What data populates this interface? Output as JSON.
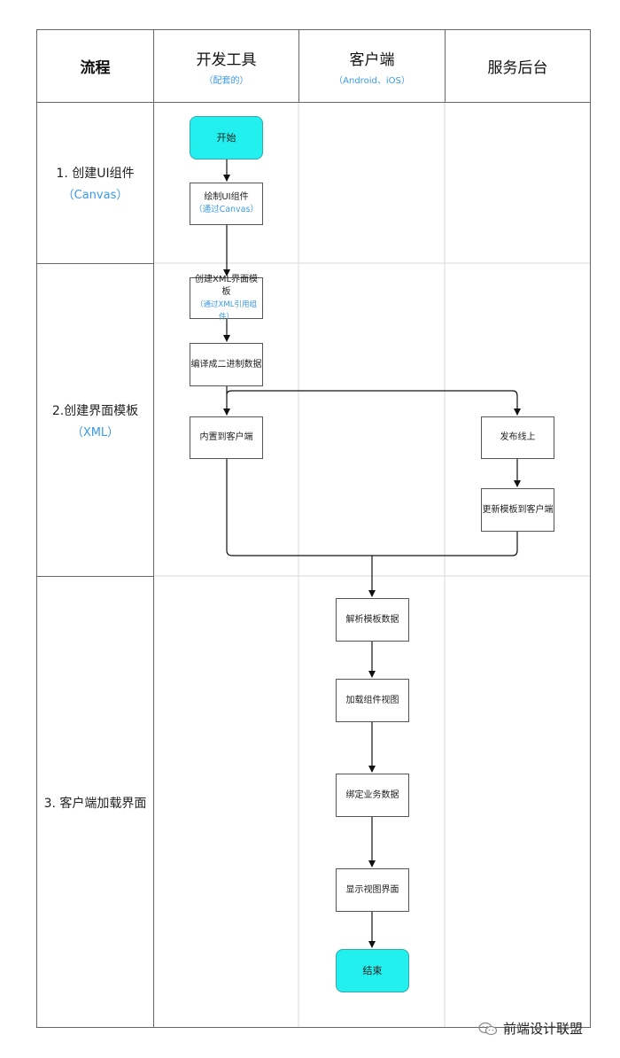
{
  "headers": {
    "process": "流程",
    "devtools": {
      "title": "开发工具",
      "sub": "（配套的）"
    },
    "client": {
      "title": "客户端",
      "sub": "（Android、iOS）"
    },
    "backend": "服务后台"
  },
  "phases": [
    {
      "title": "1. 创建UI组件",
      "sub": "（Canvas）"
    },
    {
      "title": "2.创建界面模板",
      "sub": "（XML）"
    },
    {
      "title": "3. 客户端加载界面",
      "sub": ""
    }
  ],
  "nodes": {
    "start": "开始",
    "draw_ui": {
      "label": "绘制UI组件",
      "sub": "（通过Canvas）"
    },
    "create_xml": {
      "label": "创建XML界面模板",
      "sub": "（通过XML引用组件）"
    },
    "compile": "编译成二进制数据",
    "embed": "内置到客户端",
    "publish": "发布线上",
    "update": "更新模板到客户端",
    "parse": "解析模板数据",
    "load": "加载组件视图",
    "bind": "绑定业务数据",
    "display": "显示视图界面",
    "end": "结束"
  },
  "colors": {
    "terminal": "#22f0ee",
    "accent": "#3a9ae8",
    "grid": "#d8d8d8",
    "border": "#555555"
  },
  "watermark": {
    "icon": "wechat-icon",
    "text": "前端设计联盟"
  }
}
